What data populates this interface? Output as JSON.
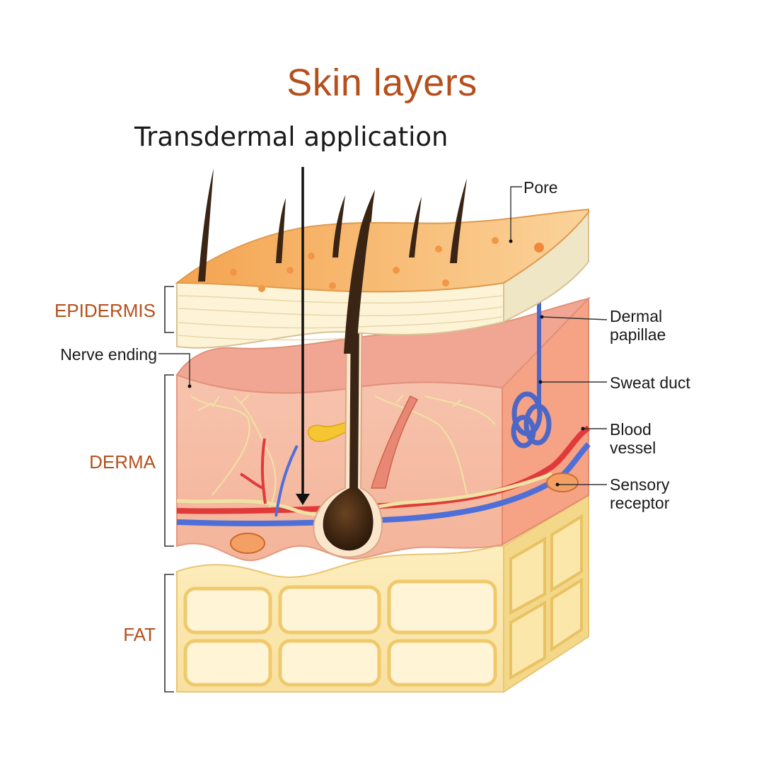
{
  "header": {
    "title": "Skin layers",
    "subtitle": "Transdermal application"
  },
  "layers": {
    "epidermis": "EPIDERMIS",
    "derma": "DERMA",
    "fat": "FAT"
  },
  "callouts": {
    "pore": "Pore",
    "nerve_ending": "Nerve ending",
    "dermal_papillae": "Dermal\npapillae",
    "sweat_duct": "Sweat duct",
    "blood_vessel": "Blood\nvessel",
    "sensory_receptor": "Sensory\nreceptor"
  },
  "colors": {
    "title": "#b5501c",
    "epidermis_top": "#f6b063",
    "epidermis_side": "#fbf0d0",
    "derma": "#f8bfa4",
    "derma_side": "#f5a083",
    "fat": "#fbe9b0",
    "fat_side": "#f3d68a",
    "artery": "#e03a3a",
    "vein": "#4f6fd8",
    "nerve": "#e8dc98",
    "hair": "#3a2413"
  }
}
